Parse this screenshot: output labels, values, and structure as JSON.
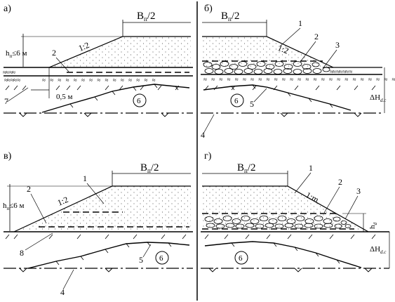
{
  "panels": {
    "a": {
      "letter": "а)",
      "width_label": "B",
      "width_sub": "п",
      "width_suffix": "/2",
      "height_prefix": "h",
      "height_sub": "п",
      "height_suffix": "≤6 м",
      "slope": "1:2",
      "callout_2": "2",
      "callout_7": "7",
      "offset": "0,5 м",
      "circle_label": "6"
    },
    "b": {
      "letter": "б)",
      "width_label": "B",
      "width_sub": "п",
      "width_suffix": "/2",
      "slope": "1:2",
      "callout_1": "1",
      "callout_2": "2",
      "callout_3": "3",
      "callout_4": "4",
      "callout_5": "5",
      "circle_label": "6",
      "delta_prefix": "ΔH",
      "delta_sub": "d.c"
    },
    "v": {
      "letter": "в)",
      "width_label": "B",
      "width_sub": "п",
      "width_suffix": "/2",
      "height_prefix": "h",
      "height_sub": "п",
      "height_suffix": "≤6 м",
      "slope": "1:2",
      "callout_1": "1",
      "callout_2": "2",
      "callout_4": "4",
      "callout_5": "5",
      "callout_8": "8",
      "circle_label": "6"
    },
    "g": {
      "letter": "г)",
      "width_label": "B",
      "width_sub": "п",
      "width_suffix": "/2",
      "slope": "1:m",
      "callout_1": "1",
      "callout_2": "2",
      "callout_3": "3",
      "circle_label": "6",
      "hd_prefix": "h",
      "hd_sub": "d",
      "delta_prefix": "ΔH",
      "delta_sub": "d.c"
    }
  },
  "colors": {
    "ink": "#000000",
    "background": "#ffffff"
  }
}
